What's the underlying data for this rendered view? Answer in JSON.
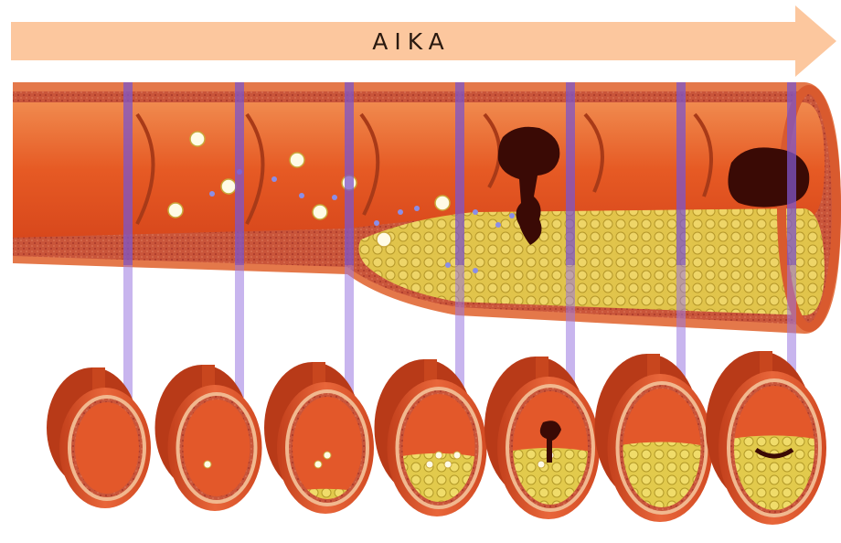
{
  "timeline": {
    "label": "AIKA",
    "arrow_color": "#fcc79e"
  },
  "colors": {
    "artery_outer": "#d4471f",
    "artery_wall": "#ee9a6c",
    "artery_lumen": "#e9652d",
    "endothelium": "#b8472a",
    "plaque": "#e2ca4c",
    "plaque_dark": "#9d8a1f",
    "clot": "#3a0a05",
    "marker": "#9a78e0",
    "cell_white": "#fffbe6",
    "lipid_dot": "#8a8ee8"
  },
  "stages": [
    {
      "plaque_level": 0.0,
      "clot": "none",
      "cells": 0
    },
    {
      "plaque_level": 0.0,
      "clot": "none",
      "cells": 1
    },
    {
      "plaque_level": 0.1,
      "clot": "none",
      "cells": 2
    },
    {
      "plaque_level": 0.45,
      "clot": "none",
      "cells": 4
    },
    {
      "plaque_level": 0.5,
      "clot": "rupture",
      "cells": 2
    },
    {
      "plaque_level": 0.55,
      "clot": "none",
      "cells": 0
    },
    {
      "plaque_level": 0.6,
      "clot": "occlusion",
      "cells": 0
    }
  ]
}
